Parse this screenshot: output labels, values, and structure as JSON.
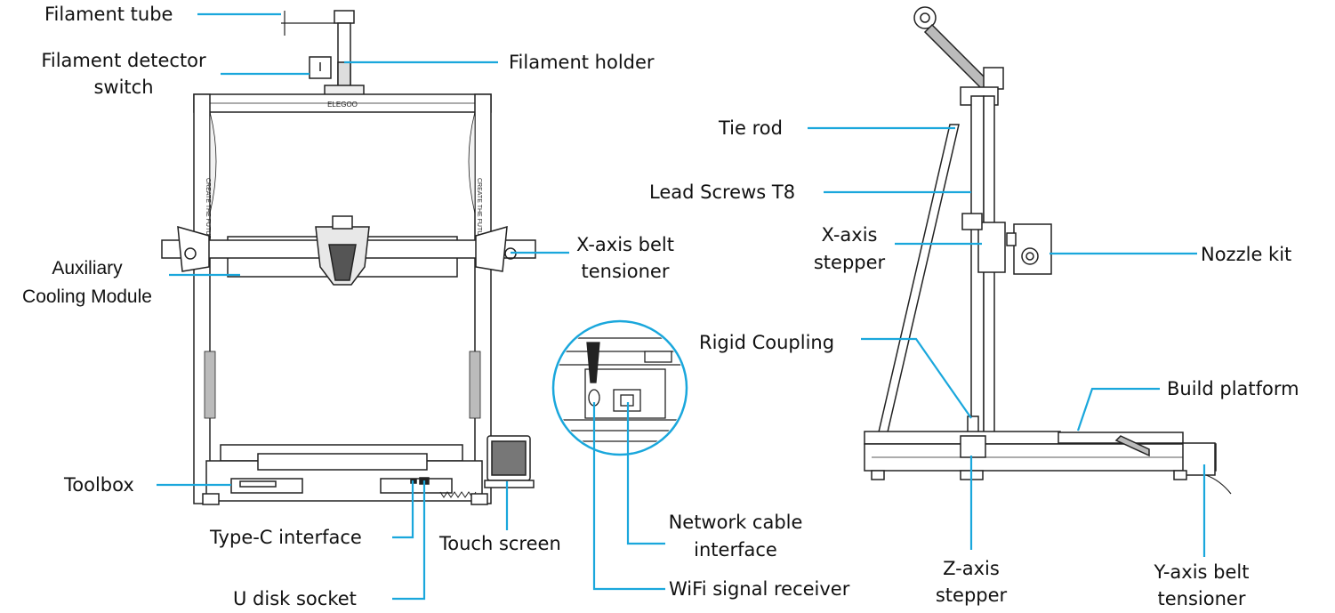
{
  "colors": {
    "callout": "#1aa7dc",
    "line_art": "#222222",
    "frame_fill": "#f4f4f4"
  },
  "brand_mark": "ELEGOO",
  "frame_text": "CREATE THE FUTURE",
  "labels": {
    "filament_tube": "Filament tube",
    "filament_detector_line1": "Filament detector",
    "filament_detector_line2": "switch",
    "filament_holder": "Filament holder",
    "auxiliary_line1": "Auxiliary",
    "auxiliary_line2": "Cooling Module",
    "x_belt_line1": "X-axis belt",
    "x_belt_line2": "tensioner",
    "toolbox": "Toolbox",
    "type_c": "Type-C interface",
    "u_disk": "U disk socket",
    "touch_screen": "Touch screen",
    "network_line1": "Network cable",
    "network_line2": "interface",
    "wifi": "WiFi signal receiver",
    "tie_rod": "Tie rod",
    "lead_screws": "Lead Screws T8",
    "x_stepper_line1": "X-axis",
    "x_stepper_line2": "stepper",
    "nozzle_kit": "Nozzle kit",
    "rigid_coupling": "Rigid Coupling",
    "build_platform": "Build platform",
    "z_stepper_line1": "Z-axis",
    "z_stepper_line2": "stepper",
    "y_belt_line1": "Y-axis belt",
    "y_belt_line2": "tensioner"
  }
}
